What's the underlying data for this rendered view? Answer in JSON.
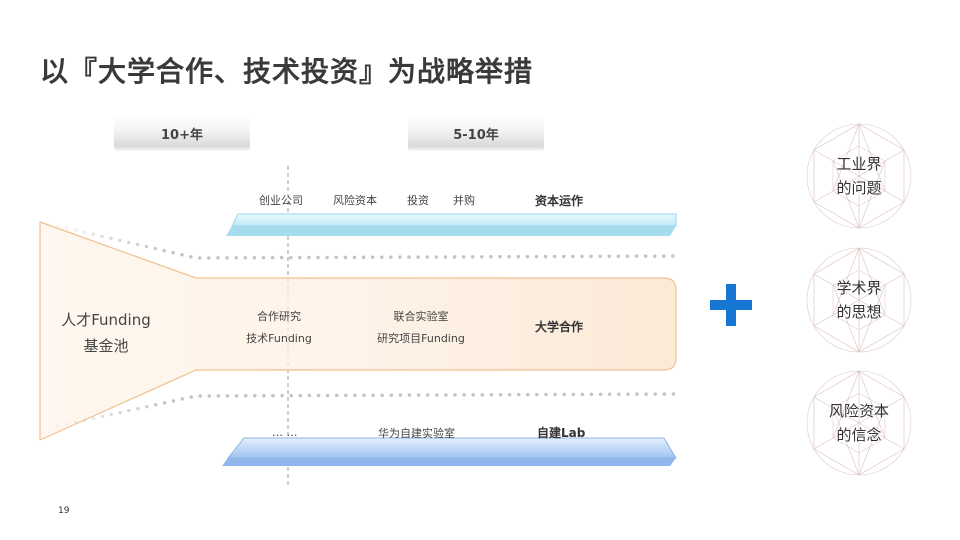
{
  "slide": {
    "title": "以『大学合作、技术投资』为战略举措",
    "page_number": "19"
  },
  "timeline": {
    "left_tab": "10+年",
    "right_tab": "5-10年"
  },
  "pool": {
    "line1": "人才Funding",
    "line2": "基金池"
  },
  "layers": {
    "capital": {
      "title": "资本运作",
      "items": [
        "创业公司",
        "风险资本",
        "投资",
        "并购"
      ]
    },
    "university": {
      "title": "大学合作",
      "group1": [
        "合作研究",
        "技术Funding"
      ],
      "group2": [
        "联合实验室",
        "研究项目Funding"
      ]
    },
    "lab": {
      "title": "自建Lab",
      "items": [
        "… …",
        "华为自建实验室"
      ]
    }
  },
  "beliefs": [
    {
      "line1": "工业界",
      "line2": "的问题"
    },
    {
      "line1": "学术界",
      "line2": "的思想"
    },
    {
      "line1": "风险资本",
      "line2": "的信念"
    }
  ],
  "colors": {
    "accent_blue": "#1677d2",
    "orange_border": "#f0c08e",
    "cyan_band": "#bfe9f7",
    "blue_band": "#a9c9f1"
  }
}
